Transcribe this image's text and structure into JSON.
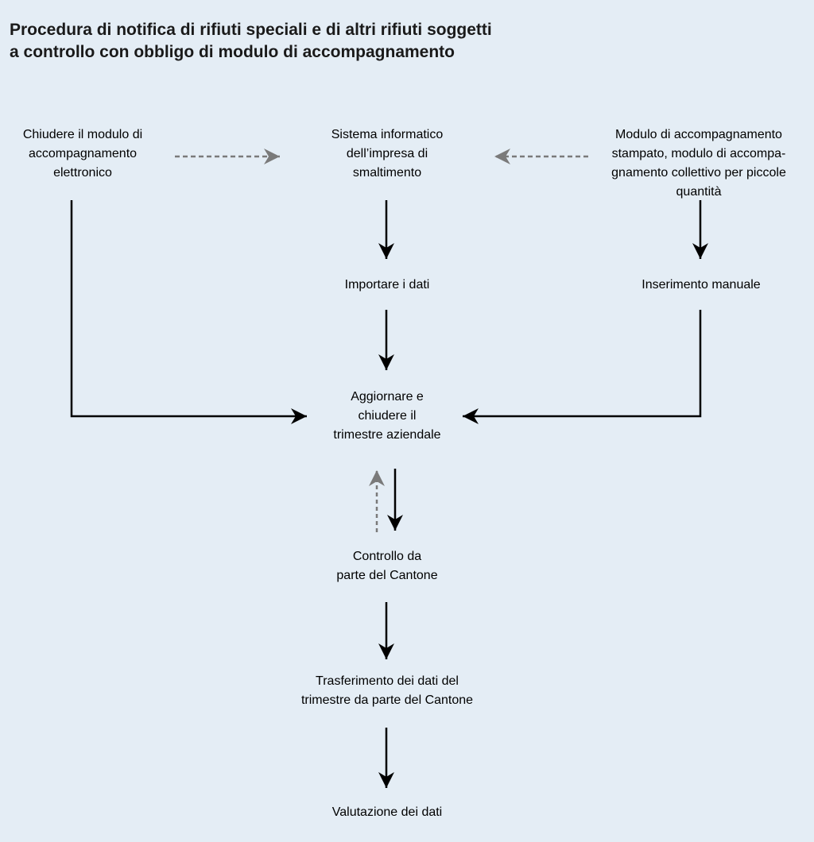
{
  "title": {
    "line1": "Procedura di notifica di rifiuti speciali e di altri rifiuti soggetti",
    "line2": "a controllo con obbligo di modulo di accompagnamento"
  },
  "nodes": {
    "electronic_form": [
      "Chiudere il modulo di",
      "accompagnamento",
      "elettronico"
    ],
    "disposal_system": [
      "Sistema informatico",
      "dell’impresa di",
      "smaltimento"
    ],
    "printed_form": [
      "Modulo di accompagnamento",
      "stampato, modulo di accompa-",
      "gnamento collettivo per piccole",
      "quantità"
    ],
    "import_data": [
      "Importare i dati"
    ],
    "manual_entry": [
      "Inserimento manuale"
    ],
    "update_quarter": [
      "Aggiornare e",
      "chiudere il",
      "trimestre aziendale"
    ],
    "canton_check": [
      "Controllo da",
      "parte del Cantone"
    ],
    "transfer_data": [
      "Trasferimento dei dati del",
      "trimestre da parte del Cantone"
    ],
    "evaluation": [
      "Valutazione dei dati"
    ]
  },
  "colors": {
    "solid_arrow": "#000000",
    "dashed_arrow": "#7a7a7a",
    "background": "#e4edf5"
  }
}
